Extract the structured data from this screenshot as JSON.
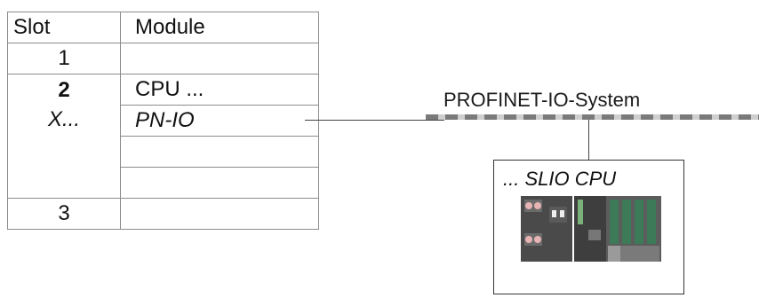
{
  "table": {
    "headers": {
      "slot": "Slot",
      "module": "Module"
    },
    "rows": {
      "r1": {
        "slot": "1",
        "module": ""
      },
      "r2": {
        "slot": "2",
        "slot_sub": "X...",
        "module": "CPU ...",
        "module_sub": "PN-IO"
      },
      "r3": {
        "slot": "3",
        "module": ""
      }
    }
  },
  "network": {
    "label": "PROFINET-IO-System"
  },
  "device": {
    "label": "... SLIO CPU",
    "image_icon": "plc-hardware-icon"
  },
  "colors": {
    "line": "#444444",
    "bus_dark": "#7a7a7a",
    "bus_light": "#cfcfcf"
  }
}
